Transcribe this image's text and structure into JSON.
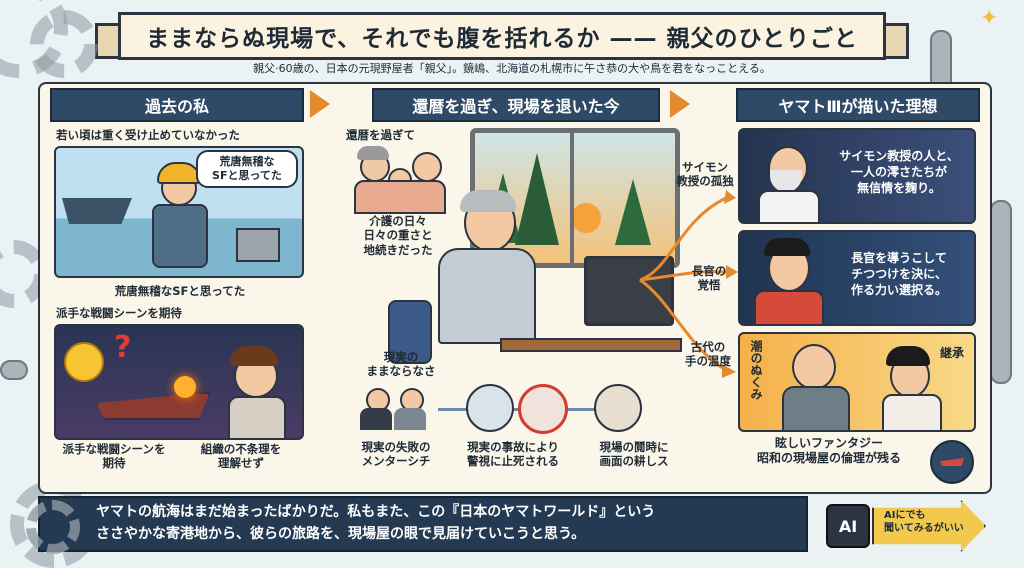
{
  "title": "ままならぬ現場で、それでも腹を括れるか —— 親父のひとりごと",
  "subtitle": "親父·60歳の、日本の元現野屋者「親父」。鏡嶋、北海道の札幌市に午さ恭の大や鳥を君をなっことえる。",
  "columns": {
    "past": "過去の私",
    "now": "還暦を過ぎ、現場を退いた今",
    "ideal": "ヤマトⅢが描いた理想"
  },
  "past": {
    "caption_top": "若い頃は重く受け止めていなかった",
    "bubble": "荒唐無稽な\nSFと思ってた",
    "caption_mid": "荒唐無稽なSFと思ってた",
    "caption_battle": "派手な戦闘シーンを期待",
    "bottom_left": "派手な戦闘シーンを\n期待",
    "bottom_right": "組織の不条理を\n理解せず"
  },
  "now": {
    "family_label": "還暦を過ぎて",
    "care_label": "介護の日々\n日々の重さと\n地続きだった",
    "reality_label": "現実の\nままならなさ",
    "items": [
      "現実の失敗の\nメンターシチ",
      "現実の事故により\n警視に止死される",
      "現場の鬩時に\n画面の耕しス"
    ]
  },
  "branches": [
    "サイモン\n教授の孤独",
    "長官の\n覚悟",
    "古代の\n手の温度"
  ],
  "ideal": {
    "card1": "サイモン教授の人と、\n一人の澪さたちが\n無信情を麹り。",
    "card2": "長官を導うこして\nチつつけを決に、\n作る力い選択る。",
    "card3_left": "潮のぬくみ",
    "card3_right": "継承",
    "footer": "眩しいファンタジー\n昭和の現場屋の倫理が残る"
  },
  "bottom": {
    "line1": "ヤマトの航海はまだ始まったばかりだ。私もまた、この『日本のヤマトワールド』という",
    "line2": "ささやかな寄港地から、彼らの旅路を、現場屋の眼で見届けていこうと思う。"
  },
  "ai": {
    "chip": "AI",
    "note": "AIにでも\n聞いてみるがいい"
  },
  "colors": {
    "navy": "#2f4a66",
    "orange": "#e58a2e",
    "cream": "#fbf6ea"
  }
}
